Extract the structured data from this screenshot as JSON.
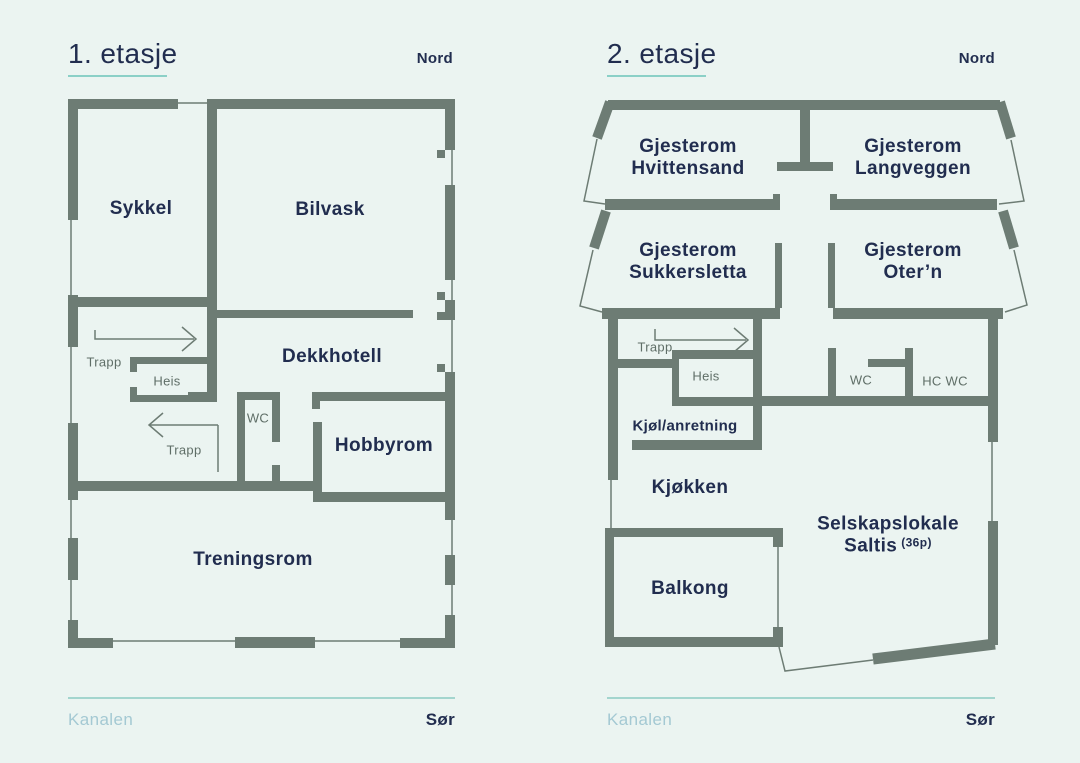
{
  "colors": {
    "background": "#ebf4f1",
    "wall": "#6d7c74",
    "text_dark": "#212d4f",
    "text_muted": "#5f6e67",
    "accent_teal": "#8bd0c7",
    "shore_line": "#a3d5ce",
    "water_text": "#a4c9d3"
  },
  "floor1": {
    "title": "1. etasje",
    "north": "Nord",
    "south": "Sør",
    "waterfront": "Kanalen",
    "rooms": {
      "sykkel": "Sykkel",
      "bilvask": "Bilvask",
      "dekkhotell": "Dekkhotell",
      "hobbyrom": "Hobbyrom",
      "treningsrom": "Treningsrom"
    },
    "features": {
      "trapp_up": "Trapp",
      "heis": "Heis",
      "wc": "WC",
      "trapp_down": "Trapp"
    }
  },
  "floor2": {
    "title": "2. etasje",
    "north": "Nord",
    "south": "Sør",
    "waterfront": "Kanalen",
    "rooms": {
      "hvittensand": {
        "line1": "Gjesterom",
        "line2": "Hvittensand"
      },
      "langveggen": {
        "line1": "Gjesterom",
        "line2": "Langveggen"
      },
      "sukkersletta": {
        "line1": "Gjesterom",
        "line2": "Sukkersletta"
      },
      "otern": {
        "line1": "Gjesterom",
        "line2": "Oter’n"
      },
      "kjokken": "Kjøkken",
      "balkong": "Balkong",
      "selskapslokale": {
        "line1": "Selskapslokale",
        "name": "Saltis",
        "capacity": "(36p)"
      }
    },
    "features": {
      "trapp": "Trapp",
      "heis": "Heis",
      "kjol_anretning": "Kjøl/anretning",
      "wc": "WC",
      "hc_wc": "HC WC"
    }
  }
}
